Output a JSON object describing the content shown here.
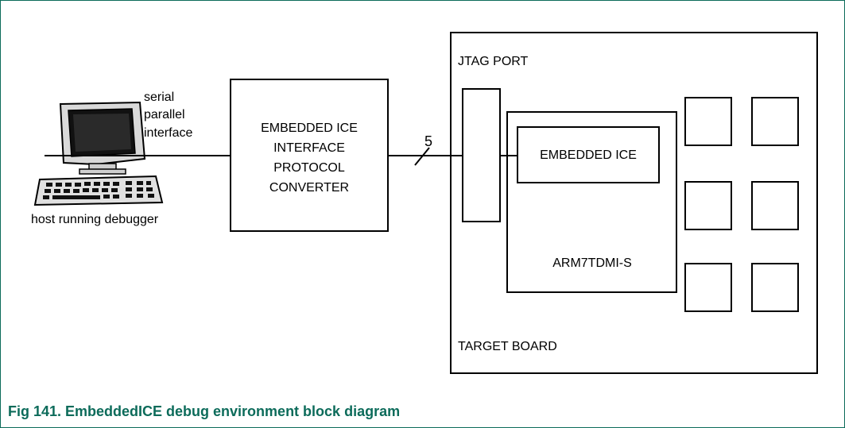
{
  "caption": "Fig 141. EmbeddedICE debug environment block diagram",
  "host": {
    "link_label_1": "serial",
    "link_label_2": "parallel",
    "link_label_3": "interface",
    "label": "host running debugger"
  },
  "converter": {
    "line1": "EMBEDDED ICE",
    "line2": "INTERFACE",
    "line3": "PROTOCOL",
    "line4": "CONVERTER"
  },
  "bus_width": "5",
  "target": {
    "jtag_port_label": "JTAG PORT",
    "embedded_ice_label": "EMBEDDED ICE",
    "core_label": "ARM7TDMI-S",
    "board_label": "TARGET BOARD"
  },
  "colors": {
    "accent": "#0c6b5a",
    "stroke": "#000000",
    "screen": "#111111",
    "monitor_body": "#d9d9d9"
  },
  "icons": [
    "computer-icon",
    "keyboard-icon"
  ]
}
